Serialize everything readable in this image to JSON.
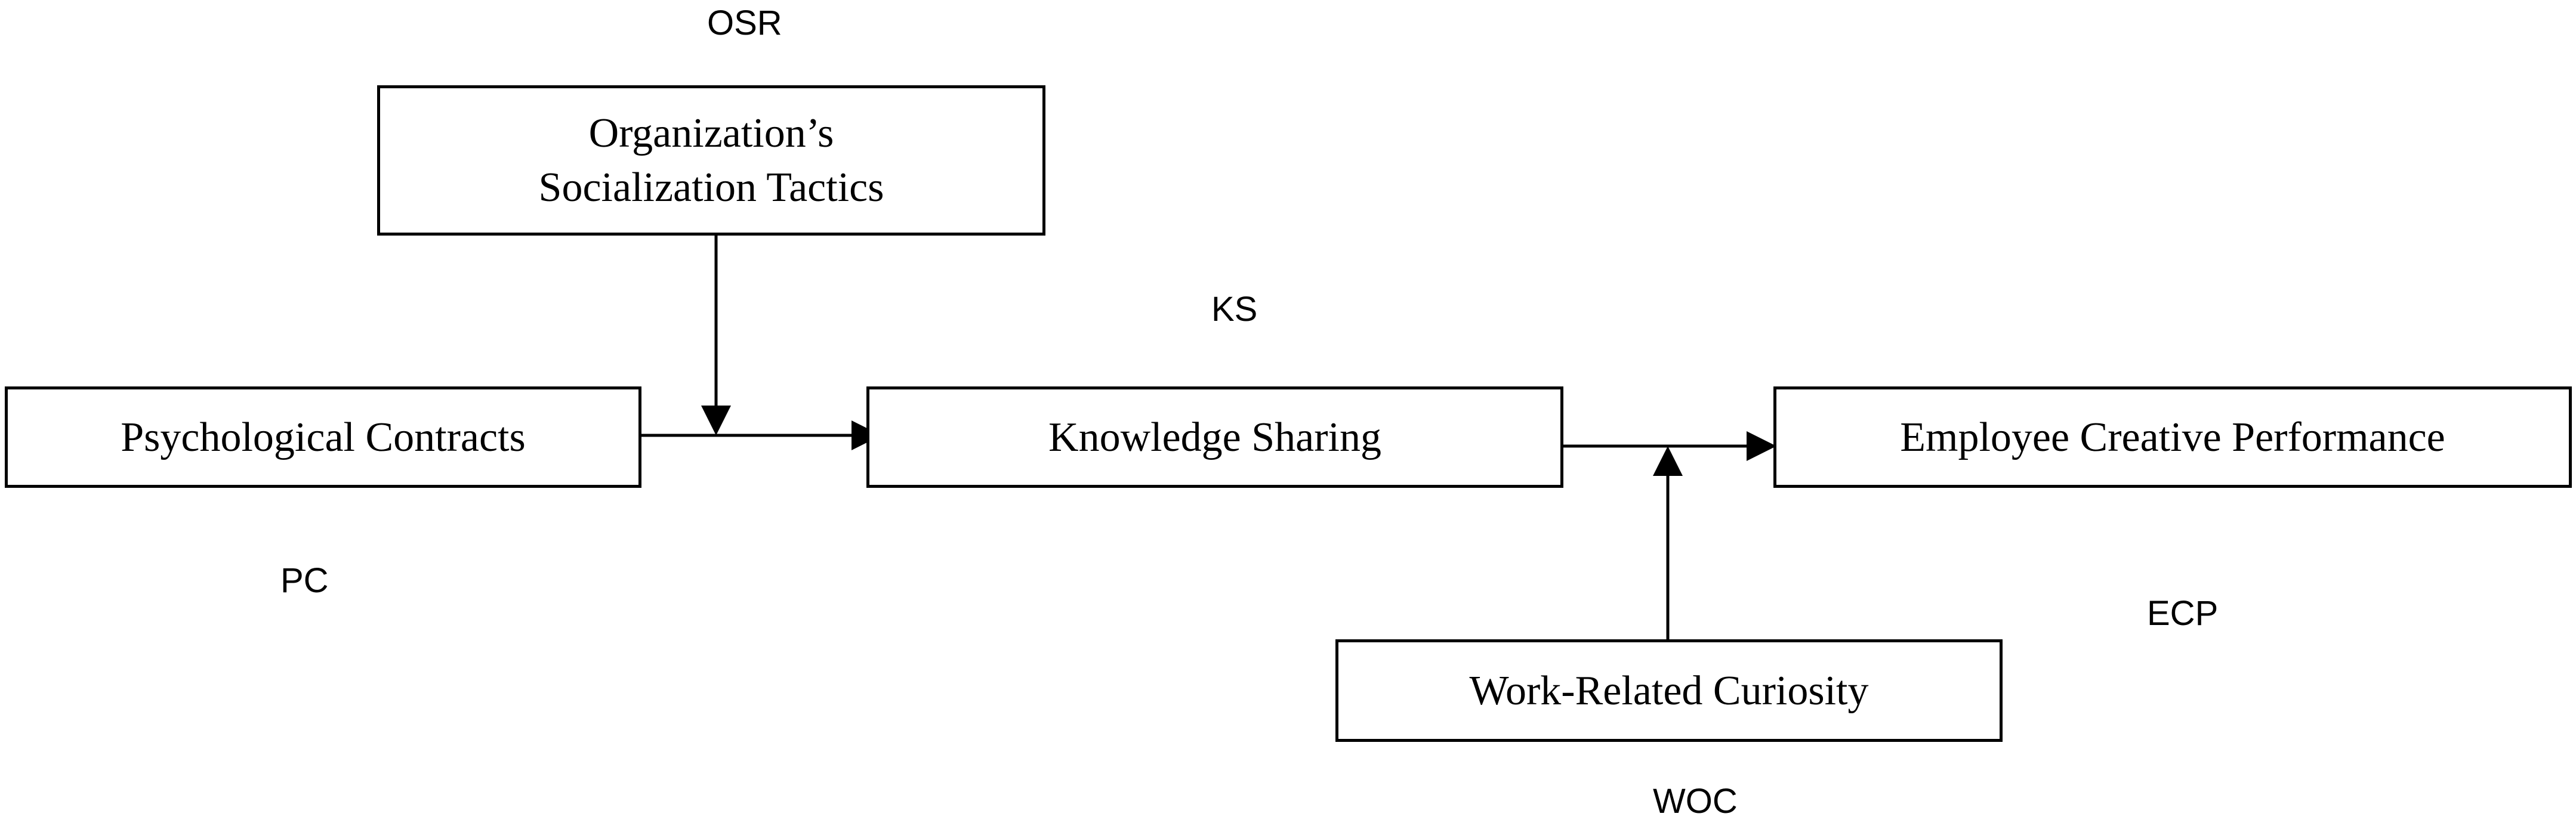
{
  "nodes": {
    "ost": {
      "label": "Organization’s\nSocialization Tactics",
      "abbr": "OSR"
    },
    "pc": {
      "label": "Psychological Contracts",
      "abbr": "PC"
    },
    "ks": {
      "label": "Knowledge Sharing",
      "abbr": "KS"
    },
    "ecp": {
      "label": "Employee Creative Performance",
      "abbr": "ECP"
    },
    "wrc": {
      "label": "Work-Related Curiosity",
      "abbr": "WOC"
    }
  },
  "edges": [
    {
      "from": "pc",
      "to": "ks",
      "type": "direct"
    },
    {
      "from": "ost",
      "to": "pc-ks-path",
      "type": "moderation"
    },
    {
      "from": "ks",
      "to": "ecp",
      "type": "direct"
    },
    {
      "from": "wrc",
      "to": "ks-ecp-path",
      "type": "moderation"
    }
  ]
}
